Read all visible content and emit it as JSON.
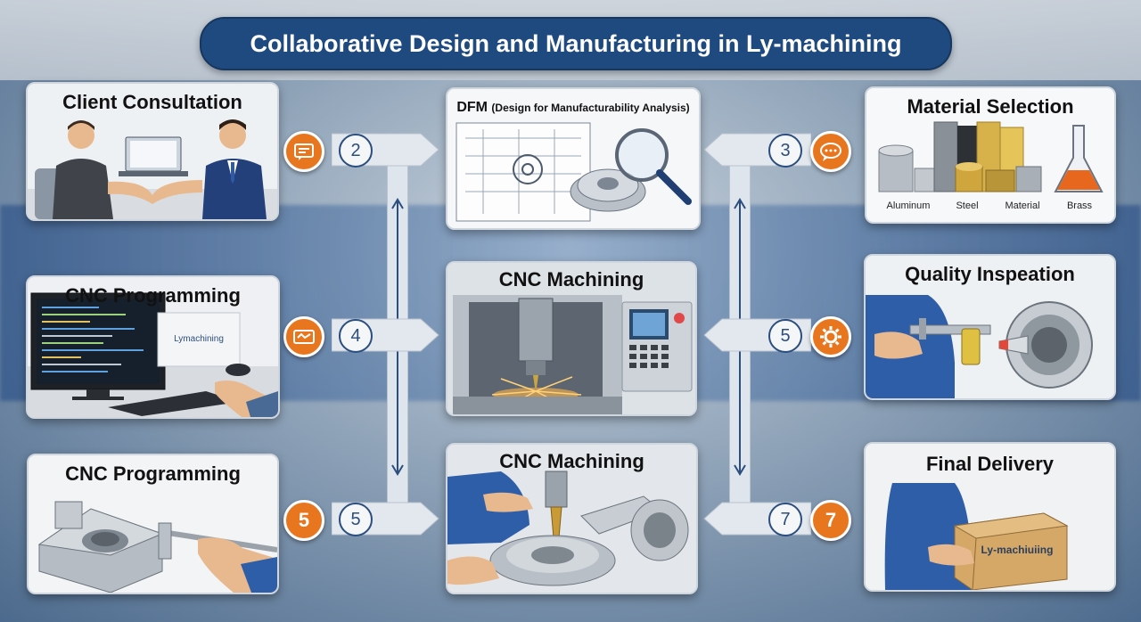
{
  "title": "Collaborative Design and Manufacturing in Ly-machining",
  "panels": {
    "client_consultation": "Client Consultation",
    "dfm_title": "DFM",
    "dfm_subtitle": "(Design for Manufacturability Analysis)",
    "material_selection": "Material Selection",
    "cnc_programming_1": "CNC Programming",
    "cnc_machining_1": "CNC Machining",
    "quality_inspection": "Quality Inspeation",
    "cnc_programming_2": "CNC Programming",
    "cnc_machining_2": "CNC Machining",
    "final_delivery": "Final Delivery"
  },
  "materials": [
    "Aluminum",
    "Steel",
    "Material",
    "Brass"
  ],
  "screen_logo": "Lymachining",
  "box_label": "Ly-machiuiing",
  "steps": {
    "row1_left": "2",
    "row1_right": "3",
    "row2_left": "4",
    "row2_right": "5",
    "row3_left_badge": "5",
    "row3_left": "5",
    "row3_right": "7",
    "row3_right_badge": "7"
  },
  "icons": {
    "row1_left": "chat-icon",
    "row1_right": "speech-bubble-icon",
    "row2_left": "ticket-icon",
    "row2_right": "gear-icon"
  },
  "colors": {
    "title_bg": "#1f4a80",
    "accent_orange": "#e8761f",
    "step_blue": "#2b4e7f"
  }
}
